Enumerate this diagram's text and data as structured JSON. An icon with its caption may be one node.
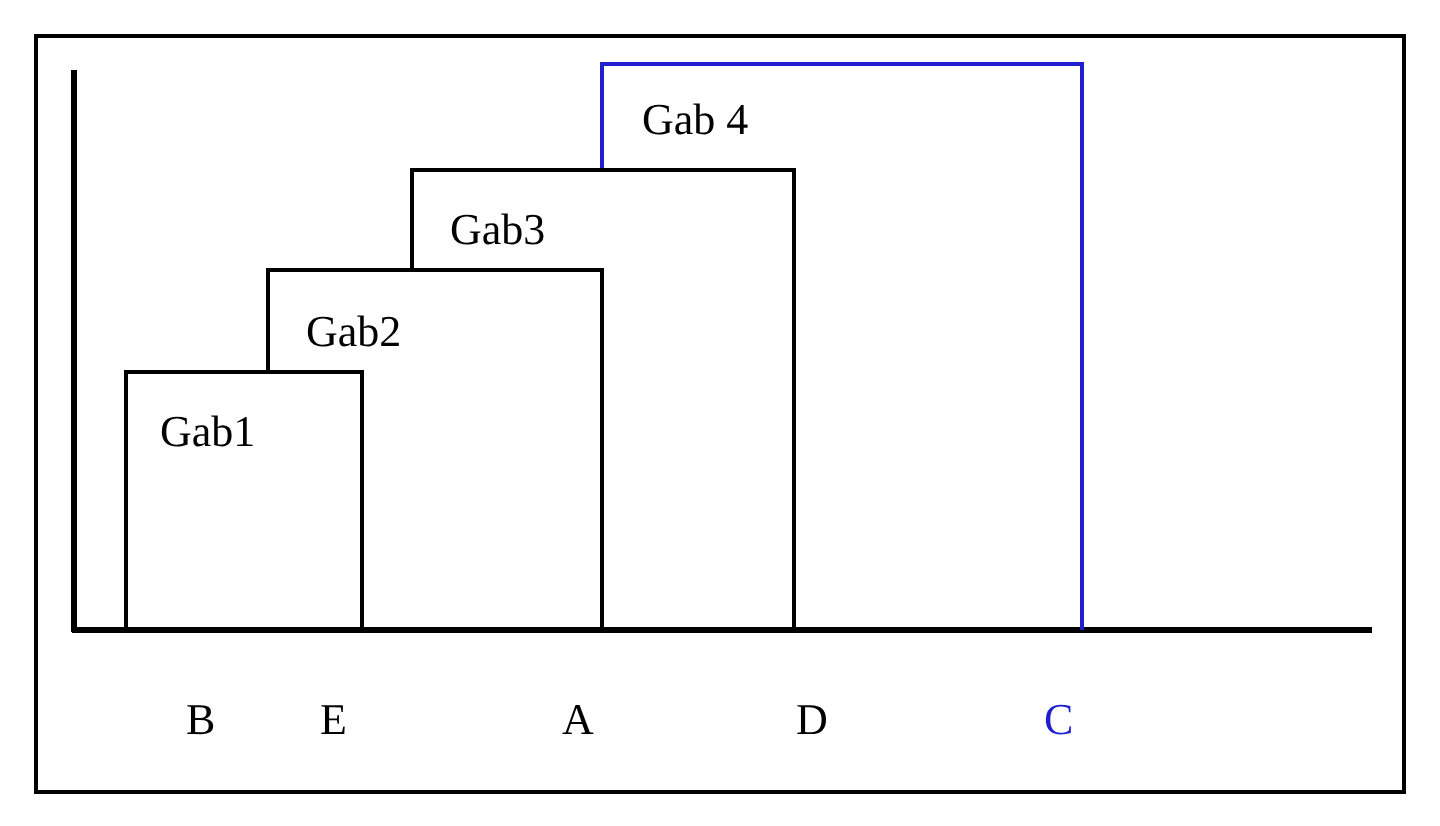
{
  "diagram": {
    "nodes": [
      {
        "text": [
          "Gab1"
        ]
      },
      {
        "text": [
          "Gab2"
        ]
      },
      {
        "text": [
          "Gab3"
        ]
      },
      {
        "text": [
          "Gab 4"
        ]
      }
    ],
    "edges": [],
    "labels": [
      "B",
      "E",
      "A",
      "D",
      "C"
    ]
  }
}
